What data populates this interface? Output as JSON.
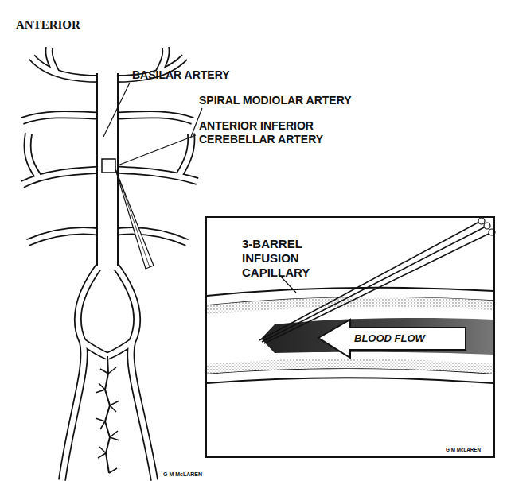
{
  "diagram": {
    "nodes": [
      {
        "text": [
          "3-BARREL INFUSION CAPILLARY",
          "BLOOD FLOW",
          "G M McLAREN"
        ]
      }
    ],
    "labels": [
      "ANTERIOR",
      "BASILAR ARTERY",
      "SPIRAL MODIOLAR ARTERY",
      "ANTERIOR INFERIOR CEREBELLAR ARTERY",
      "G M McLAREN"
    ]
  }
}
